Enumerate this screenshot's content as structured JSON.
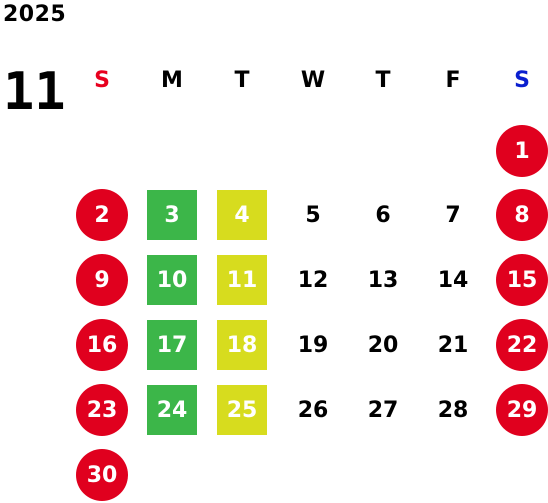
{
  "calendar": {
    "year": "2025",
    "month": "11",
    "weekdays": [
      "S",
      "M",
      "T",
      "W",
      "T",
      "F",
      "S"
    ],
    "colors": {
      "sunday_header": "#e8001f",
      "saturday_header": "#0a1fcf",
      "holiday_circle": "#e0001e",
      "monday_square": "#3cb649",
      "tuesday_square": "#d7dc1e",
      "weekday_text": "#000000"
    },
    "days": [
      {
        "label": "1",
        "col": 6,
        "row": 0,
        "style": "circle"
      },
      {
        "label": "2",
        "col": 0,
        "row": 1,
        "style": "circle"
      },
      {
        "label": "3",
        "col": 1,
        "row": 1,
        "style": "green"
      },
      {
        "label": "4",
        "col": 2,
        "row": 1,
        "style": "yellow"
      },
      {
        "label": "5",
        "col": 3,
        "row": 1,
        "style": "plain"
      },
      {
        "label": "6",
        "col": 4,
        "row": 1,
        "style": "plain"
      },
      {
        "label": "7",
        "col": 5,
        "row": 1,
        "style": "plain"
      },
      {
        "label": "8",
        "col": 6,
        "row": 1,
        "style": "circle"
      },
      {
        "label": "9",
        "col": 0,
        "row": 2,
        "style": "circle"
      },
      {
        "label": "10",
        "col": 1,
        "row": 2,
        "style": "green"
      },
      {
        "label": "11",
        "col": 2,
        "row": 2,
        "style": "yellow"
      },
      {
        "label": "12",
        "col": 3,
        "row": 2,
        "style": "plain"
      },
      {
        "label": "13",
        "col": 4,
        "row": 2,
        "style": "plain"
      },
      {
        "label": "14",
        "col": 5,
        "row": 2,
        "style": "plain"
      },
      {
        "label": "15",
        "col": 6,
        "row": 2,
        "style": "circle"
      },
      {
        "label": "16",
        "col": 0,
        "row": 3,
        "style": "circle"
      },
      {
        "label": "17",
        "col": 1,
        "row": 3,
        "style": "green"
      },
      {
        "label": "18",
        "col": 2,
        "row": 3,
        "style": "yellow"
      },
      {
        "label": "19",
        "col": 3,
        "row": 3,
        "style": "plain"
      },
      {
        "label": "20",
        "col": 4,
        "row": 3,
        "style": "plain"
      },
      {
        "label": "21",
        "col": 5,
        "row": 3,
        "style": "plain"
      },
      {
        "label": "22",
        "col": 6,
        "row": 3,
        "style": "circle"
      },
      {
        "label": "23",
        "col": 0,
        "row": 4,
        "style": "circle"
      },
      {
        "label": "24",
        "col": 1,
        "row": 4,
        "style": "green"
      },
      {
        "label": "25",
        "col": 2,
        "row": 4,
        "style": "yellow"
      },
      {
        "label": "26",
        "col": 3,
        "row": 4,
        "style": "plain"
      },
      {
        "label": "27",
        "col": 4,
        "row": 4,
        "style": "plain"
      },
      {
        "label": "28",
        "col": 5,
        "row": 4,
        "style": "plain"
      },
      {
        "label": "29",
        "col": 6,
        "row": 4,
        "style": "circle"
      },
      {
        "label": "30",
        "col": 0,
        "row": 5,
        "style": "circle"
      }
    ]
  }
}
